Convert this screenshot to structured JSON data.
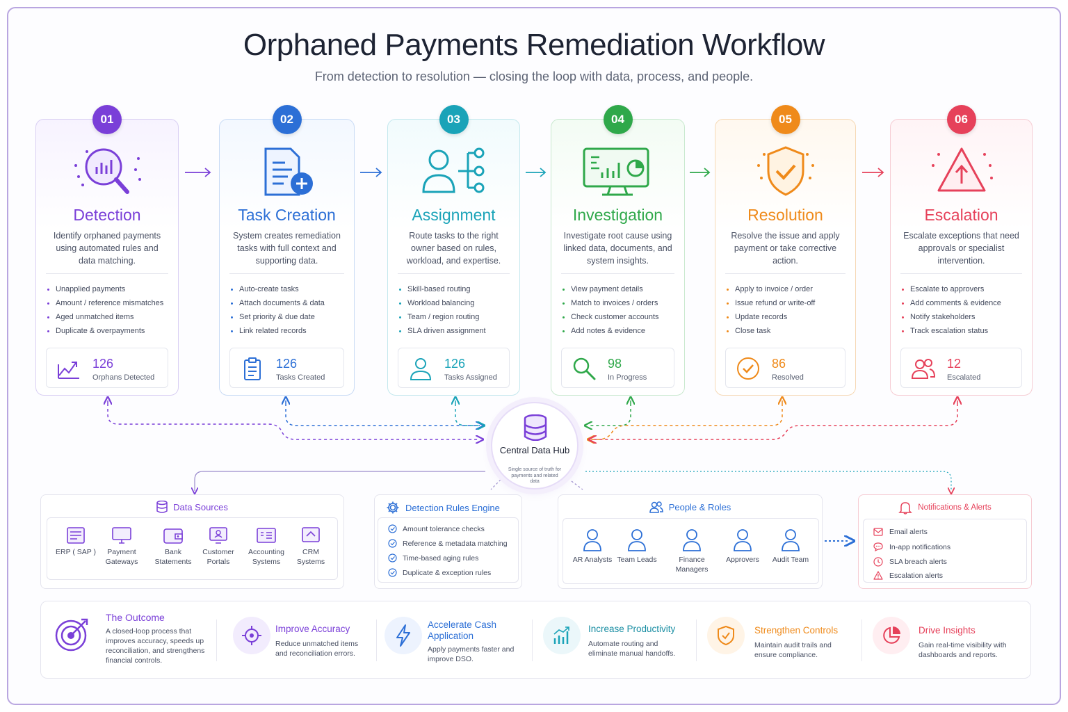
{
  "header": {
    "title": "Orphaned Payments Remediation Workflow",
    "subtitle": "From detection to resolution — closing the loop with data, process, and people."
  },
  "colors": {
    "detection": "#7a3fd8",
    "task": "#2c6fd6",
    "assignment": "#1aa3b8",
    "investigation": "#2fa84a",
    "resolution": "#ef8a1a",
    "escalation": "#e6415a"
  },
  "stages": [
    {
      "badge": "01",
      "title": "Detection",
      "icon": "magnifier-chart-icon",
      "description": "Identify orphaned payments using automated rules and data matching.",
      "bullets": [
        "Unapplied payments",
        "Amount / reference mismatches",
        "Aged unmatched items",
        "Duplicate & overpayments"
      ],
      "stat_value": "126",
      "stat_label": "Orphans Detected",
      "stat_icon": "trend-chart-icon"
    },
    {
      "badge": "02",
      "title": "Task Creation",
      "icon": "document-plus-icon",
      "description": "System creates remediation tasks with full context and supporting data.",
      "bullets": [
        "Auto-create tasks",
        "Attach documents & data",
        "Set priority & due date",
        "Link related records"
      ],
      "stat_value": "126",
      "stat_label": "Tasks Created",
      "stat_icon": "clipboard-icon"
    },
    {
      "badge": "03",
      "title": "Assignment",
      "icon": "user-routing-icon",
      "description": "Route tasks to the right owner based on rules, workload, and expertise.",
      "bullets": [
        "Skill-based routing",
        "Workload balancing",
        "Team / region routing",
        "SLA driven assignment"
      ],
      "stat_value": "126",
      "stat_label": "Tasks Assigned",
      "stat_icon": "user-icon"
    },
    {
      "badge": "04",
      "title": "Investigation",
      "icon": "monitor-analytics-icon",
      "description": "Investigate root cause using linked data, documents, and system insights.",
      "bullets": [
        "View payment details",
        "Match to invoices / orders",
        "Check customer accounts",
        "Add notes & evidence"
      ],
      "stat_value": "98",
      "stat_label": "In Progress",
      "stat_icon": "search-icon"
    },
    {
      "badge": "05",
      "title": "Resolution",
      "icon": "shield-check-icon",
      "description": "Resolve the issue and apply payment or take corrective action.",
      "bullets": [
        "Apply to invoice / order",
        "Issue refund or write-off",
        "Update records",
        "Close task"
      ],
      "stat_value": "86",
      "stat_label": "Resolved",
      "stat_icon": "check-circle-icon"
    },
    {
      "badge": "06",
      "title": "Escalation",
      "icon": "warning-triangle-icon",
      "description": "Escalate exceptions that need approvals or specialist intervention.",
      "bullets": [
        "Escalate to approvers",
        "Add comments & evidence",
        "Notify stakeholders",
        "Track escalation status"
      ],
      "stat_value": "12",
      "stat_label": "Escalated",
      "stat_icon": "users-icon"
    }
  ],
  "hub": {
    "title": "Central Data Hub",
    "subtitle": "Single source of truth for payments and related data"
  },
  "data_sources": {
    "title": "Data Sources",
    "items": [
      {
        "label": "ERP ( SAP )",
        "icon": "erp-icon"
      },
      {
        "label": "Payment Gateways",
        "icon": "monitor-icon"
      },
      {
        "label": "Bank Statements",
        "icon": "wallet-icon"
      },
      {
        "label": "Customer Portals",
        "icon": "portal-icon"
      },
      {
        "label": "Accounting Systems",
        "icon": "ledger-icon"
      },
      {
        "label": "CRM Systems",
        "icon": "crm-icon"
      }
    ]
  },
  "rules_engine": {
    "title": "Detection Rules Engine",
    "rules": [
      "Amount tolerance checks",
      "Reference & metadata matching",
      "Time-based aging rules",
      "Duplicate & exception rules"
    ]
  },
  "people": {
    "title": "People & Roles",
    "roles": [
      "AR Analysts",
      "Team Leads",
      "Finance Managers",
      "Approvers",
      "Audit Team"
    ]
  },
  "notifications": {
    "title": "Notifications & Alerts",
    "items": [
      {
        "label": "Email alerts",
        "icon": "mail-icon"
      },
      {
        "label": "In-app notifications",
        "icon": "chat-icon"
      },
      {
        "label": "SLA breach alerts",
        "icon": "clock-icon"
      },
      {
        "label": "Escalation alerts",
        "icon": "alert-icon"
      }
    ]
  },
  "outcome": {
    "title": "The Outcome",
    "description": "A closed-loop process that improves accuracy, speeds up reconciliation, and strengthens financial controls.",
    "benefits": [
      {
        "title": "Improve Accuracy",
        "description": "Reduce unmatched items and reconciliation errors.",
        "icon": "crosshair-icon"
      },
      {
        "title": "Accelerate Cash Application",
        "description": "Apply payments faster and improve DSO.",
        "icon": "lightning-icon"
      },
      {
        "title": "Increase Productivity",
        "description": "Automate routing and eliminate manual handoffs.",
        "icon": "bar-chart-icon"
      },
      {
        "title": "Strengthen Controls",
        "description": "Maintain audit trails and ensure compliance.",
        "icon": "shield-icon"
      },
      {
        "title": "Drive Insights",
        "description": "Gain real-time visibility with dashboards and reports.",
        "icon": "pie-chart-icon"
      }
    ]
  }
}
